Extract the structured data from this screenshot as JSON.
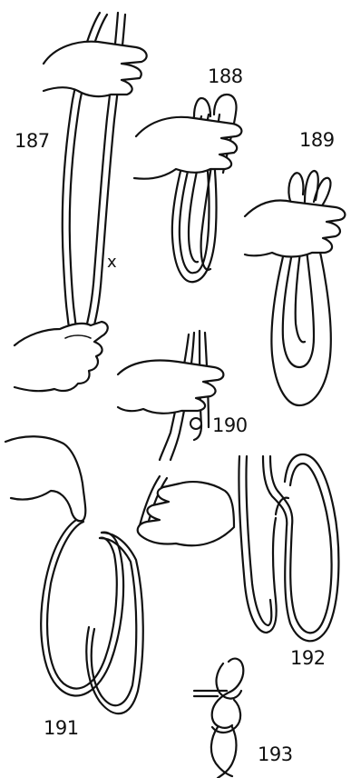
{
  "figures": {
    "f187": {
      "label": "187",
      "marker": "x"
    },
    "f188": {
      "label": "188"
    },
    "f189": {
      "label": "189"
    },
    "f190": {
      "label": "190"
    },
    "f191": {
      "label": "191"
    },
    "f192": {
      "label": "192"
    },
    "f193": {
      "label": "193"
    }
  }
}
